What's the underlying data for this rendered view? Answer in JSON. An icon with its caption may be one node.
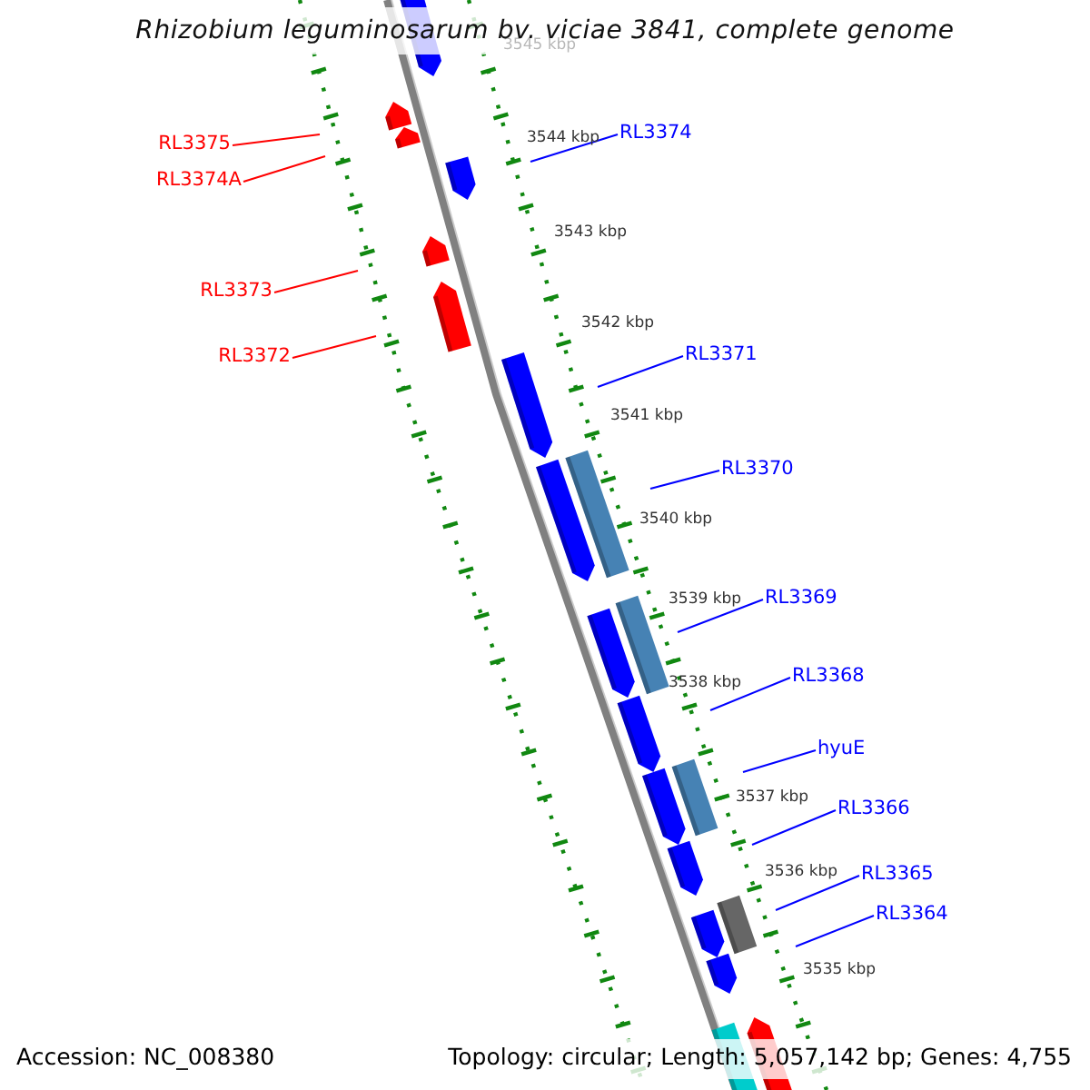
{
  "diagram": {
    "title": "Rhizobium leguminosarum bv. viciae 3841, complete genome",
    "nodes": [
      {
        "text": [
          "RL3375"
        ]
      },
      {
        "text": [
          "RL3374A"
        ]
      },
      {
        "text": [
          "RL3373"
        ]
      },
      {
        "text": [
          "RL3372"
        ]
      },
      {
        "text": [
          "RL3374"
        ]
      },
      {
        "text": [
          "RL3371"
        ]
      },
      {
        "text": [
          "RL3370"
        ]
      },
      {
        "text": [
          "RL3369"
        ]
      },
      {
        "text": [
          "RL3368"
        ]
      },
      {
        "text": [
          "hyuE"
        ]
      },
      {
        "text": [
          "RL3366"
        ]
      },
      {
        "text": [
          "RL3365"
        ]
      },
      {
        "text": [
          "RL3364"
        ]
      }
    ],
    "edges": [
      {
        "from": 0,
        "to": null,
        "arrow": "none",
        "color": "#ff0000"
      },
      {
        "from": 1,
        "to": null,
        "arrow": "none",
        "color": "#ff0000"
      },
      {
        "from": 2,
        "to": null,
        "arrow": "none",
        "color": "#ff0000"
      },
      {
        "from": 3,
        "to": null,
        "arrow": "none",
        "color": "#ff0000"
      },
      {
        "from": 4,
        "to": null,
        "arrow": "none"
      },
      {
        "from": 5,
        "to": null,
        "arrow": "none"
      },
      {
        "from": 6,
        "to": null,
        "arrow": "none"
      },
      {
        "from": 7,
        "to": null,
        "arrow": "none"
      },
      {
        "from": 8,
        "to": null,
        "arrow": "none"
      },
      {
        "from": 9,
        "to": null,
        "arrow": "none"
      },
      {
        "from": 10,
        "to": null,
        "arrow": "none"
      },
      {
        "from": 11,
        "to": null,
        "arrow": "none"
      },
      {
        "from": 12,
        "to": null,
        "arrow": "none"
      }
    ],
    "labels": [
      "3545 kbp",
      "3544 kbp",
      "3543 kbp",
      "3542 kbp",
      "3541 kbp",
      "3540 kbp",
      "3539 kbp",
      "3538 kbp",
      "3537 kbp",
      "3536 kbp",
      "3535 kbp",
      "Accession: NC_008380",
      "Topology: circular; Length: 5,057,142 bp; Genes: 4,755"
    ]
  }
}
